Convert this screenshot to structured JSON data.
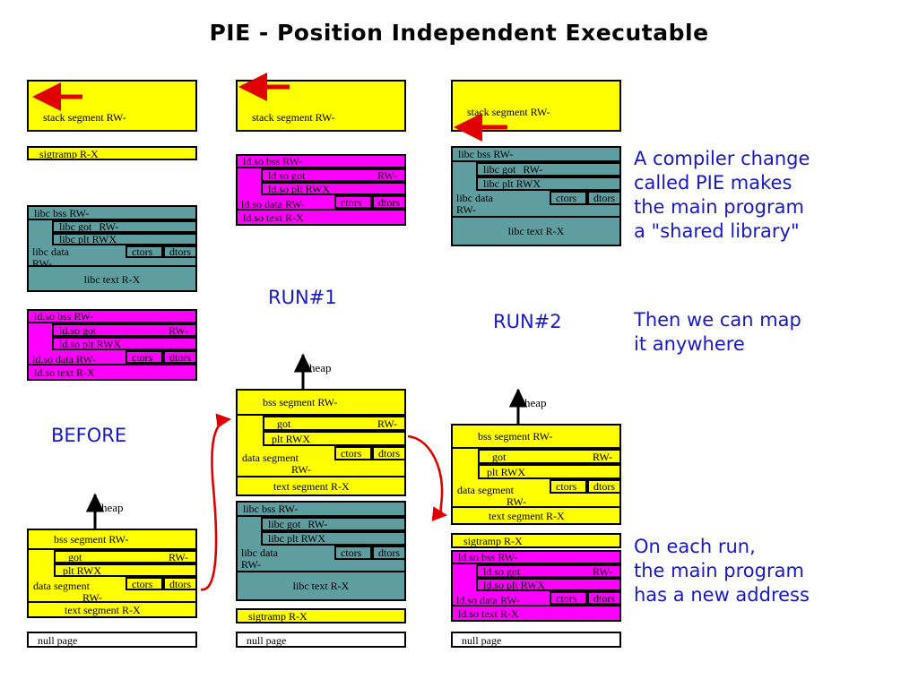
{
  "title": "PIE - Position Independent Executable",
  "labels": {
    "before": "BEFORE",
    "run1": "RUN#1",
    "run2": "RUN#2",
    "heap": "heap"
  },
  "notes": {
    "note1": "A compiler change\ncalled PIE makes\nthe main program\na \"shared library\"",
    "note2": "Then we can map\nit anywhere",
    "note3": "On each run,\nthe main program\nhas a new address"
  },
  "segments": {
    "stack": "stack segment RW-",
    "sigtramp": "sigtramp R-X",
    "null_page": "null page",
    "bss": "bss segment RW-",
    "got": "got",
    "got_perm": "RW-",
    "plt": "plt  RWX",
    "ctors": "ctors",
    "dtors": "dtors",
    "data": "data segment",
    "data_perm": "RW-",
    "text": "text segment R-X",
    "libc_bss": "libc bss RW-",
    "libc_got": "libc got",
    "libc_got_perm": "RW-",
    "libc_plt": "libc plt   RWX",
    "libc_data": "libc data",
    "libc_data_perm": "RW-",
    "libc_text": "libc text R-X",
    "ldso_bss": "ld.so bss RW-",
    "ldso_got": "ld.so got",
    "ldso_got_perm": "RW-",
    "ldso_plt": "ld.so plt  RWX",
    "ldso_data": "ld.so data RW-",
    "ldso_text": "ld.so text  R-X"
  },
  "colors": {
    "yellow": "#ffff00",
    "teal": "#5f9ea0",
    "magenta": "#ff00ff",
    "white": "#ffffff",
    "blue_text": "#1818c8",
    "red_arrow": "#e00000",
    "black": "#000000"
  },
  "columns": [
    {
      "name": "before",
      "label": "BEFORE",
      "blocks": [
        "stack",
        "sigtramp",
        "libc",
        "ldso",
        "main-program",
        "null-page"
      ]
    },
    {
      "name": "run1",
      "label": "RUN#1",
      "blocks": [
        "stack",
        "ldso",
        "main-program",
        "libc",
        "sigtramp",
        "null-page"
      ]
    },
    {
      "name": "run2",
      "label": "RUN#2",
      "blocks": [
        "stack",
        "libc",
        "main-program",
        "sigtramp",
        "ldso",
        "null-page"
      ]
    }
  ]
}
